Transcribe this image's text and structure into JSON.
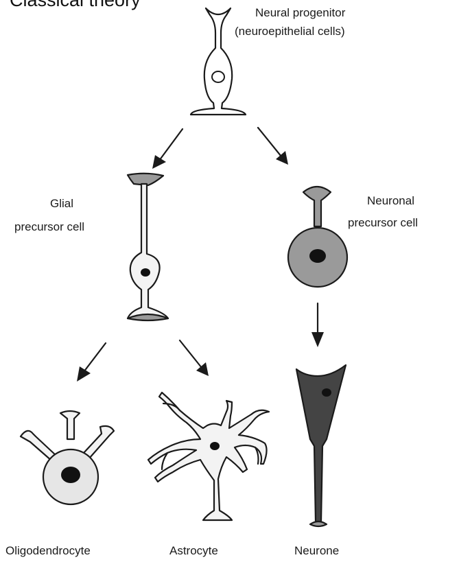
{
  "title": "Classical theory",
  "labels": {
    "neural_progenitor_line1": "Neural progenitor",
    "neural_progenitor_line2": "(neuroepithelial cells)",
    "glial_precursor_line1": "Glial",
    "glial_precursor_line2": "precursor cell",
    "neuronal_precursor_line1": "Neuronal",
    "neuronal_precursor_line2": "precursor cell",
    "oligodendrocyte": "Oligodendrocyte",
    "astrocyte": "Astrocyte",
    "neurone": "Neurone"
  },
  "colors": {
    "line": "#1a1a1a",
    "light_fill": "#f3f3f3",
    "mid_fill": "#9a9a9a",
    "nucleus": "#111111",
    "neurone_fill": "#444444"
  }
}
